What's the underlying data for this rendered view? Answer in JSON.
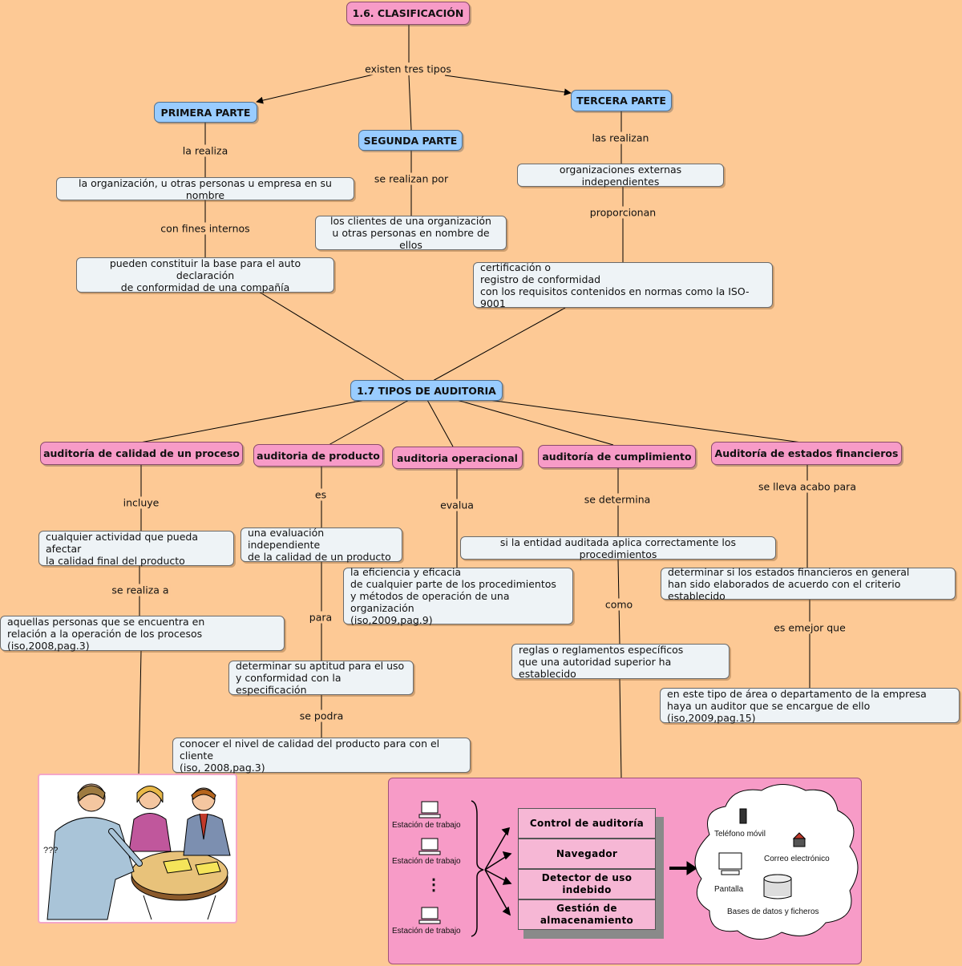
{
  "title": "1.6. CLASIFICACIÓN",
  "center": "1.7 TIPOS DE AUDITORIA",
  "top_links": {
    "existen": "existen tres tipos",
    "la_realiza": "la realiza",
    "con_fines": "con fines internos",
    "se_realizan_por": "se realizan por",
    "las_realizan": "las realizan",
    "proporcionan": "proporcionan"
  },
  "top_nodes": {
    "primera": "PRIMERA PARTE",
    "segunda": "SEGUNDA PARTE",
    "tercera": "TERCERA PARTE",
    "organizacion": "la organización, u otras personas u empresa en su nombre",
    "base": "pueden constituir la base para el auto declaración\nde conformidad de una compañía",
    "clientes": "los clientes de una organización\nu otras personas en nombre de ellos",
    "externas": "organizaciones externas independientes",
    "certificacion": "certificación o\nregistro de conformidad\ncon los requisitos contenidos en normas como la ISO-9001"
  },
  "types": {
    "proceso": "auditoría de calidad de un proceso",
    "producto": "auditoria de producto",
    "operacional": "auditoria operacional",
    "cumplimiento": "auditoría de cumplimiento",
    "financieros": "Auditoría de estados financieros"
  },
  "proceso_branch": {
    "incluye": "incluye",
    "actividad": "cualquier actividad que pueda afectar\nla calidad final del producto",
    "se_realiza_a": "se realiza a",
    "personas": "aquellas personas que se encuentra en\nrelación a la operación de los procesos (iso,2008,pag.3)"
  },
  "producto_branch": {
    "es": "es",
    "evaluacion": "una evaluación independiente\nde la calidad de un producto",
    "para": "para",
    "aptitud": "determinar su aptitud para el uso\ny conformidad con la especificación",
    "se_podra": "se podra",
    "conocer": "conocer el nivel de calidad del producto para con el cliente\n(iso, 2008,pag.3)"
  },
  "operacional_branch": {
    "evalua": "evalua",
    "eficiencia": "la eficiencia y eficacia\nde cualquier parte de los procedimientos\ny métodos de operación de una organización\n(iso,2009,pag.9)"
  },
  "cumplimiento_branch": {
    "se_determina": "se determina",
    "entidad": "si la entidad auditada aplica correctamente los procedimientos",
    "como": "como",
    "reglas": "reglas o reglamentos específicos\nque una autoridad superior ha establecido"
  },
  "financieros_branch": {
    "se_lleva": "se lleva acabo para",
    "determinar": "determinar si los estados financieros en general\nhan sido elaborados de acuerdo con el criterio establecido",
    "es_mejor": "es emejor que",
    "area": "en este tipo de área o departamento de la empresa\nhaya un auditor que se encargue de ello (iso,2009,pag.15)"
  },
  "meeting_image": {
    "caption": "???"
  },
  "system_image": {
    "workstations": [
      "Estación de trabajo",
      "Estación de trabajo",
      "Estación de trabajo"
    ],
    "dots": "⋮",
    "modules": [
      "Control de auditoría",
      "Navegador",
      "Detector de uso indebido",
      "Gestión de\nalmacenamiento"
    ],
    "cloud_items": [
      "Teléfono móvil",
      "Correo electrónico",
      "Pantalla",
      "Bases de datos y ficheros"
    ]
  },
  "colors": {
    "background": "#FDC995",
    "blue_node": "#99CCFF",
    "pink_node": "#F79BC7",
    "box_node": "#EEF3F6"
  }
}
